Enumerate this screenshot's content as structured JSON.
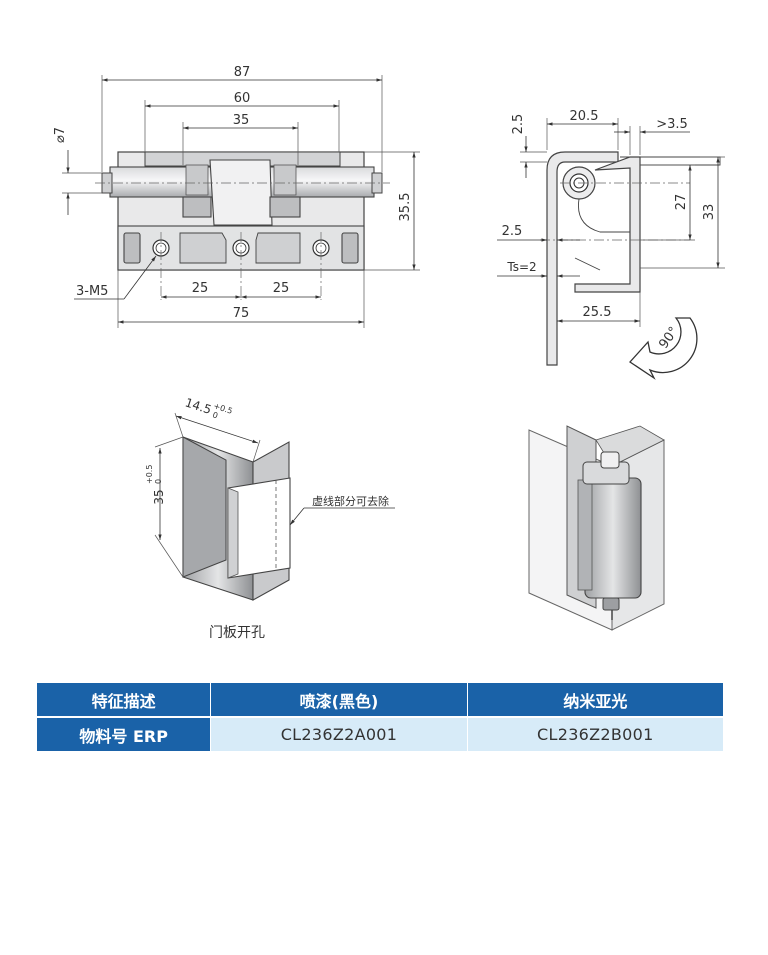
{
  "front_view": {
    "dims": {
      "overall_width": "87",
      "mid_width": "60",
      "inner_width": "35",
      "pin_dia": "⌀7",
      "height": "35.5",
      "hole_spacing_left": "25",
      "hole_spacing_right": "25",
      "base_width": "75",
      "thread": "3-M5"
    }
  },
  "side_view": {
    "dims": {
      "top_height": "2.5",
      "top_width": "20.5",
      "gap": ">3.5",
      "height_27": "27",
      "height_33": "33",
      "offset": "2.5",
      "thickness": "Ts=2",
      "depth": "25.5",
      "rotation": "90°"
    }
  },
  "cutout": {
    "dim_top": "14.5",
    "dim_top_tol_upper": "+0.5",
    "dim_top_tol_lower": "0",
    "dim_side": "35",
    "dim_side_tol_upper": "+0.5",
    "dim_side_tol_lower": "0",
    "note": "虚线部分可去除",
    "caption": "门板开孔"
  },
  "table": {
    "header": [
      "特征描述",
      "喷漆(黑色)",
      "纳米亚光"
    ],
    "row": [
      "物料号 ERP",
      "CL236Z2A001",
      "CL236Z2B001"
    ]
  },
  "colors": {
    "header_bg": "#1a62a8",
    "row_bg": "#d7ebf8"
  }
}
